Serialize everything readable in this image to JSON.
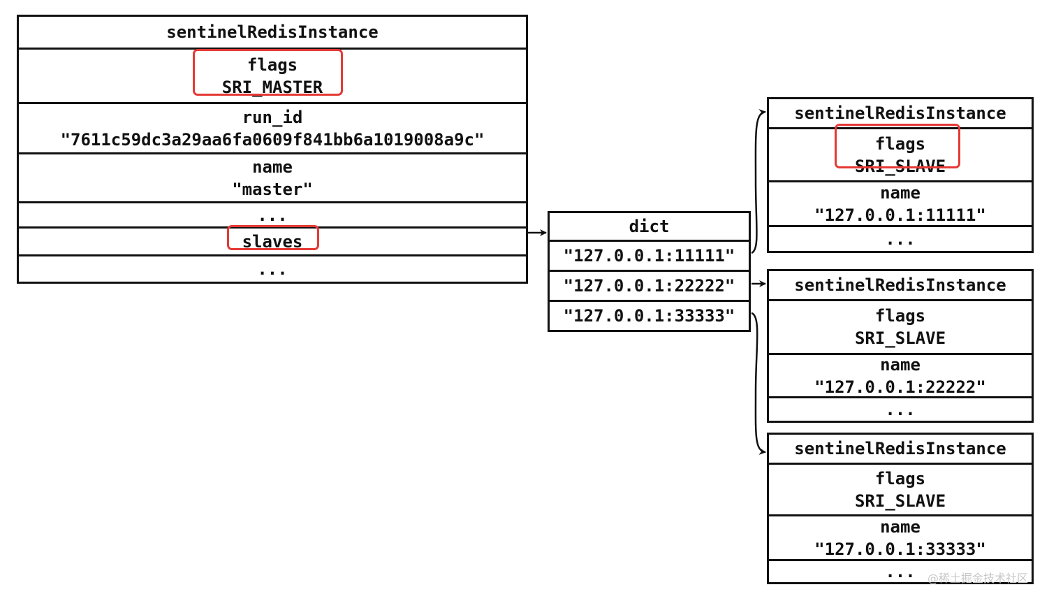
{
  "master": {
    "title": "sentinelRedisInstance",
    "flags_label": "flags",
    "flags_value": "SRI_MASTER",
    "run_id_label": "run_id",
    "run_id_value": "\"7611c59dc3a29aa6fa0609f841bb6a1019008a9c\"",
    "name_label": "name",
    "name_value": "\"master\"",
    "ellipsis1": "...",
    "slaves_label": "slaves",
    "ellipsis2": "..."
  },
  "dict": {
    "title": "dict",
    "entries": [
      "\"127.0.0.1:11111\"",
      "\"127.0.0.1:22222\"",
      "\"127.0.0.1:33333\""
    ]
  },
  "slaves": [
    {
      "title": "sentinelRedisInstance",
      "flags_label": "flags",
      "flags_value": "SRI_SLAVE",
      "name_label": "name",
      "name_value": "\"127.0.0.1:11111\"",
      "ellipsis": "..."
    },
    {
      "title": "sentinelRedisInstance",
      "flags_label": "flags",
      "flags_value": "SRI_SLAVE",
      "name_label": "name",
      "name_value": "\"127.0.0.1:22222\"",
      "ellipsis": "..."
    },
    {
      "title": "sentinelRedisInstance",
      "flags_label": "flags",
      "flags_value": "SRI_SLAVE",
      "name_label": "name",
      "name_value": "\"127.0.0.1:33333\"",
      "ellipsis": "..."
    }
  ],
  "highlight_color": "#e53935",
  "watermark": "@稀土掘金技术社区"
}
